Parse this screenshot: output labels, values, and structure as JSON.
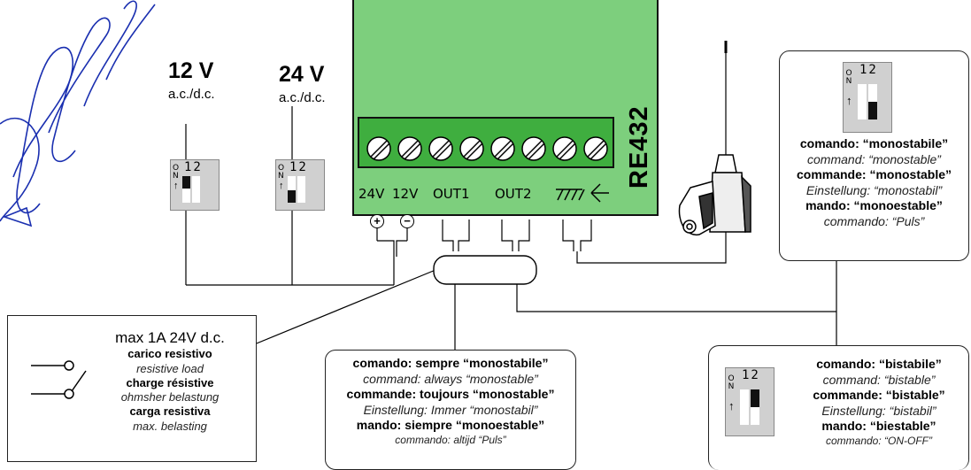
{
  "supply_12v": {
    "voltage": "12 V",
    "type": "a.c./d.c."
  },
  "supply_24v": {
    "voltage": "24 V",
    "type": "a.c./d.c."
  },
  "receiver": {
    "model": "RE432",
    "terminals": {
      "v24": "24V",
      "v12": "12V",
      "out1": "OUT1",
      "out2": "OUT2"
    },
    "polarity": {
      "plus": "+",
      "minus": "−"
    }
  },
  "dip_switch": {
    "positions": "12",
    "on_label": "ON"
  },
  "load_box": {
    "title": "max 1A 24V d.c.",
    "lines": [
      "carico resistivo",
      "resistive load",
      "charge résistive",
      "ohmsher belastung",
      "carga resistiva",
      "max. belasting"
    ]
  },
  "out1_box": {
    "lines": [
      "comando: sempre “monostabile”",
      "command: always “monostable”",
      "commande: toujours “monostable”",
      "Einstellung: Immer “monostabil”",
      "mando: siempre “monoestable”",
      "commando: altijd “Puls”"
    ]
  },
  "mono_box": {
    "lines": [
      "comando: “monostabile”",
      "command: “monostable”",
      "commande: “monostable”",
      "Einstellung: “monostabil”",
      "mando: “monoestable”",
      "commando: “Puls”"
    ]
  },
  "bi_box": {
    "lines": [
      "comando: “bistabile”",
      "command: “bistable”",
      "commande: “bistable”",
      "Einstellung: “bistabil”",
      "mando: “biestable”",
      "commando: “ON-OFF”"
    ]
  }
}
